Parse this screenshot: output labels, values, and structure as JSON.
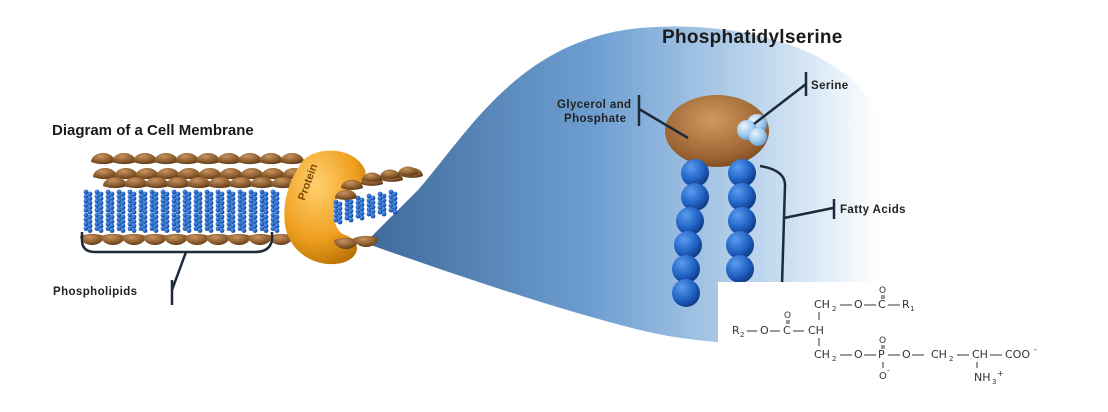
{
  "titles": {
    "membrane": "Diagram of a Cell Membrane",
    "molecule": "Phosphatidylserine"
  },
  "labels": {
    "protein": "Protein",
    "phospholipids": "Phospholipids",
    "glycerol_line1": "Glycerol and",
    "glycerol_line2": "Phosphate",
    "serine": "Serine",
    "fatty_acids": "Fatty Acids"
  },
  "formula": {
    "row1": {
      "o_top": "O",
      "ch2": "CH",
      "sub2": "2",
      "o": "O",
      "c": "C",
      "r": "R",
      "sub1": "1"
    },
    "row2": {
      "r": "R",
      "sub2": "2",
      "o1": "O",
      "o_top": "O",
      "c": "C",
      "ch": "CH"
    },
    "row3": {
      "ch2": "CH",
      "sub2a": "2",
      "o1": "O",
      "o_top": "O",
      "p": "P",
      "o2": "O",
      "ch2b": "CH",
      "sub2b": "2",
      "ch": "CH",
      "coo": "COO",
      "minus": "-"
    },
    "row4": {
      "o_minus": "O",
      "minus": "-",
      "nh3": "NH",
      "sub3": "3",
      "plus": "+"
    }
  },
  "colors": {
    "head_brown": "#8a5a2b",
    "tail_blue": "#1e5fc0",
    "protein_orange": "#f0a020",
    "zoom_blue": "#4a7fb8",
    "serine_light": "#a8cdef",
    "line_dark": "#1c2a3a"
  }
}
